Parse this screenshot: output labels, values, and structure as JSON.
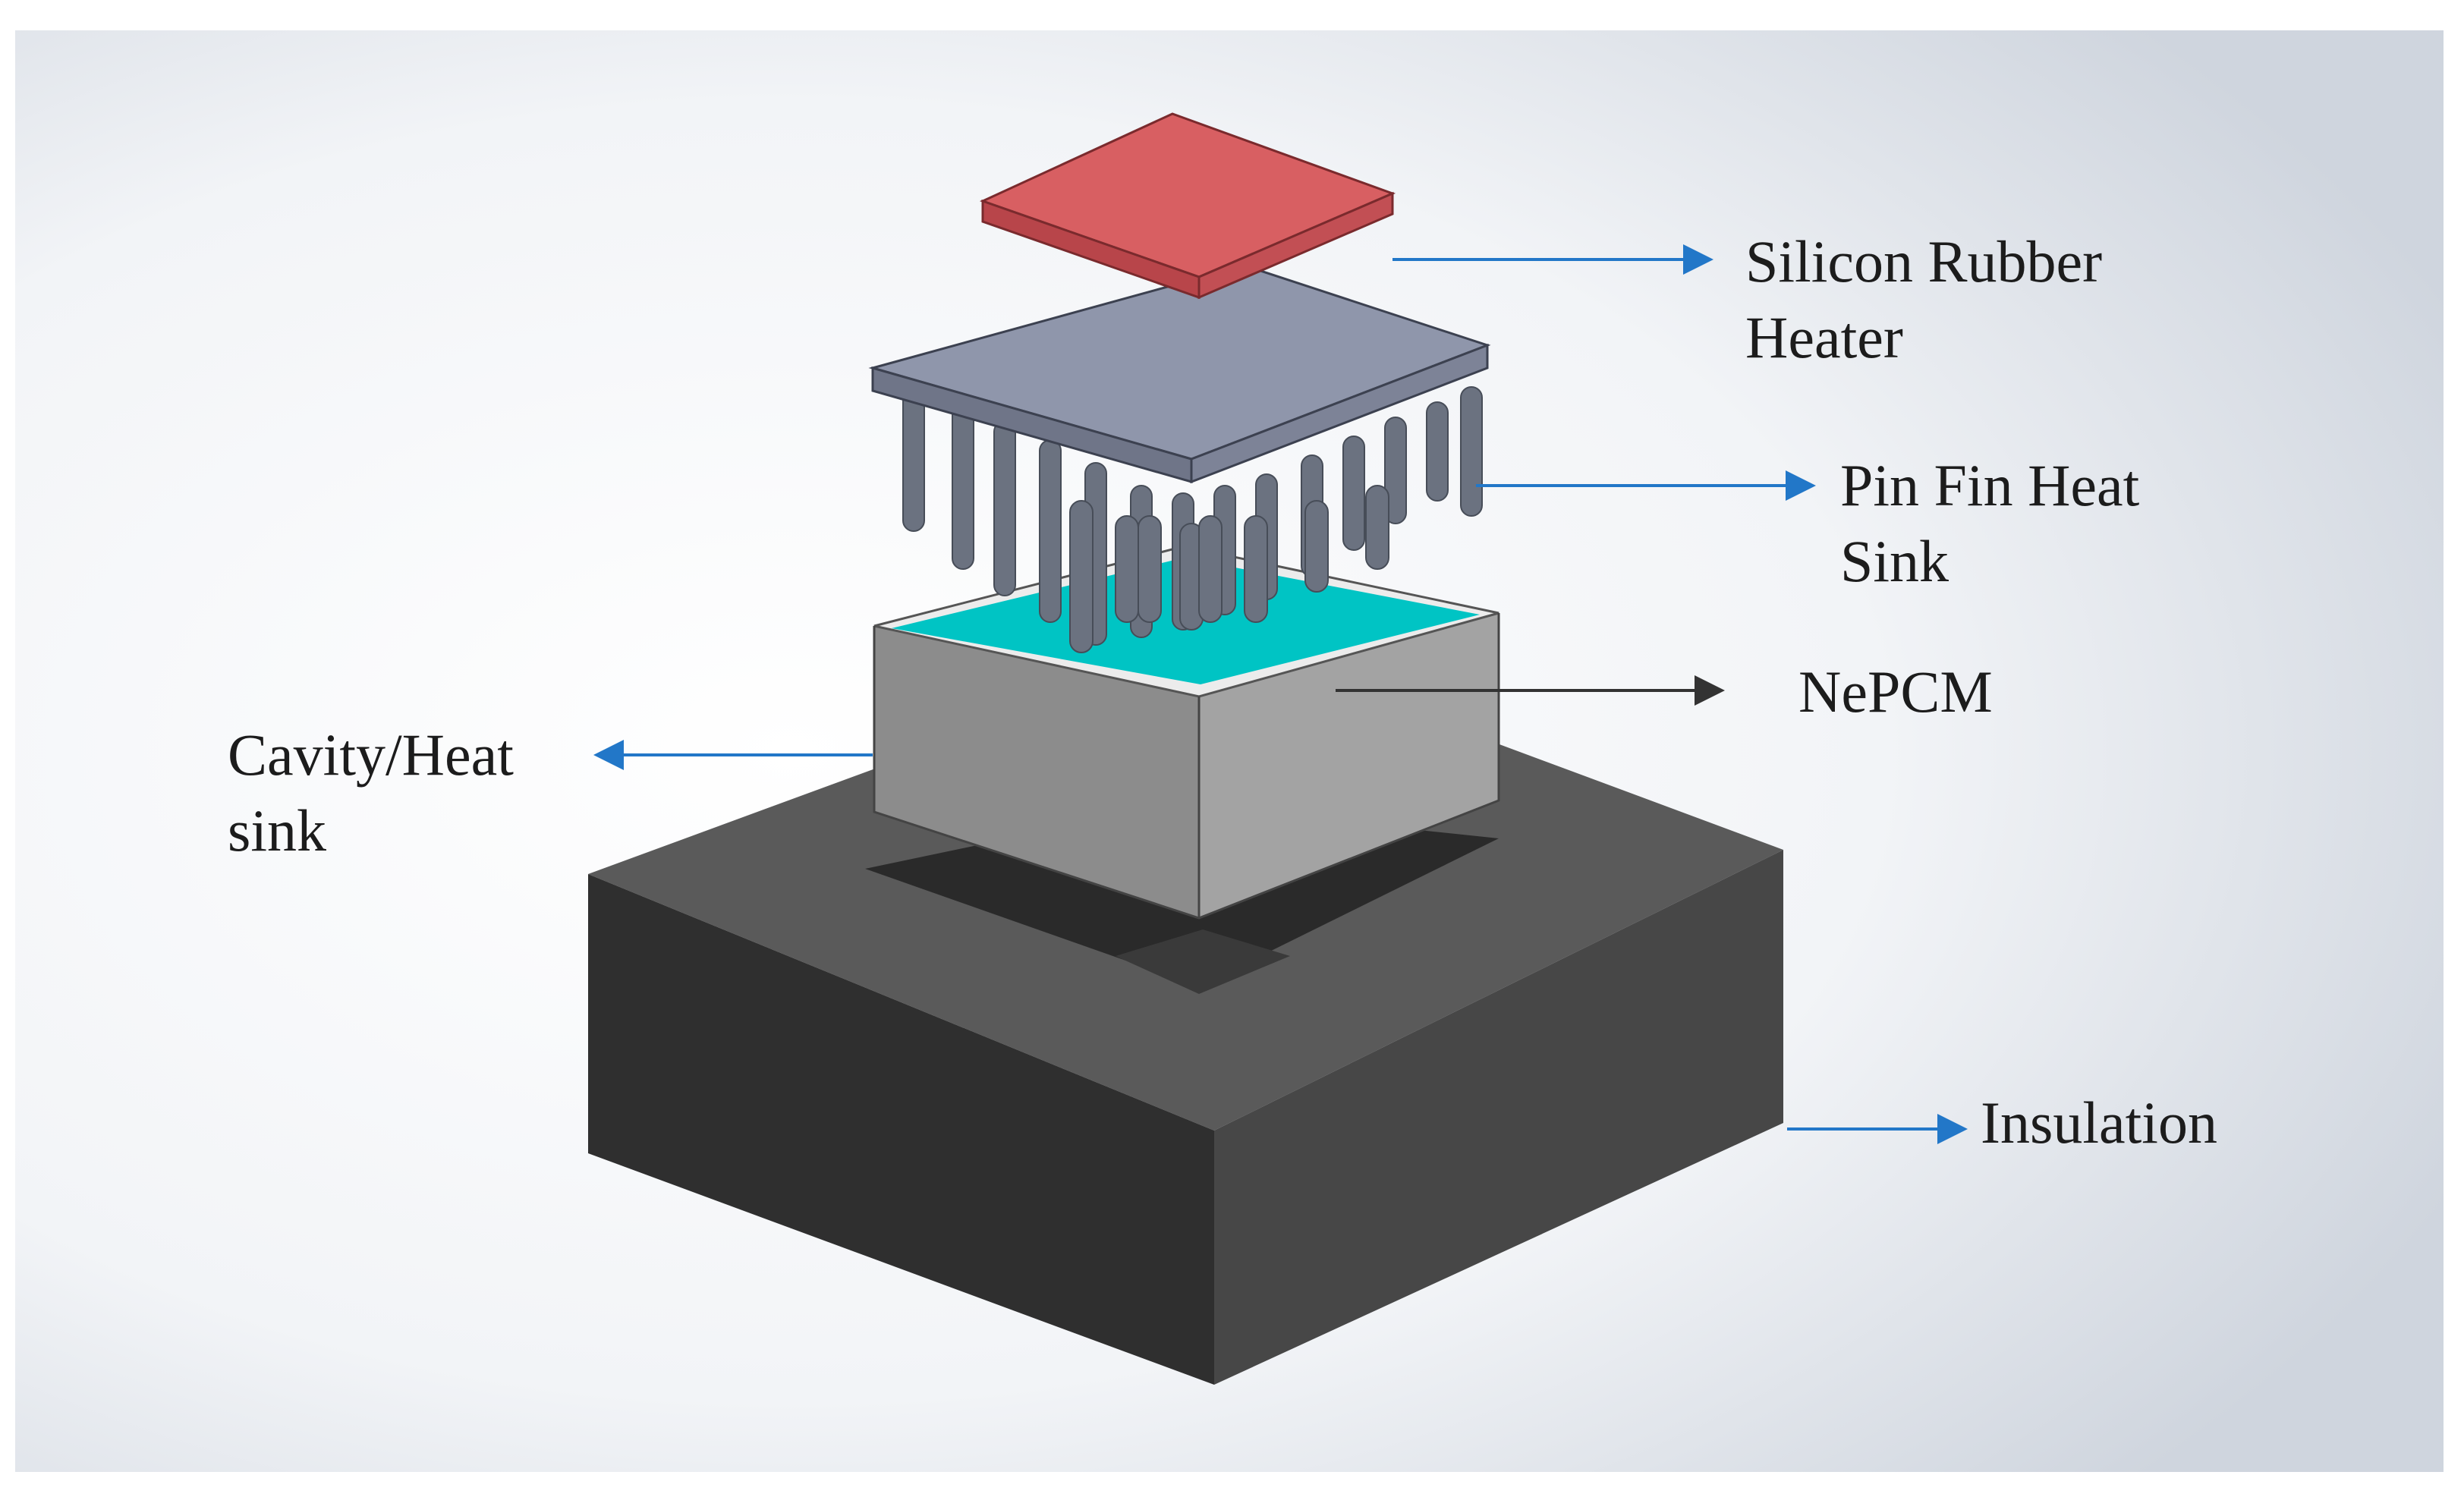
{
  "labels": {
    "heater": [
      "Silicon Rubber",
      "Heater"
    ],
    "pin_fin": [
      "Pin Fin Heat",
      "Sink"
    ],
    "nepcm": [
      "NePCM"
    ],
    "cavity": [
      "Cavity/Heat",
      "sink"
    ],
    "insulation": [
      "Insulation"
    ]
  },
  "colors": {
    "heater_top": "#d85f62",
    "heater_side": "#b8454a",
    "plate_top": "#8f96ab",
    "pin": "#6b7280",
    "pcm": "#00c4c4",
    "cavity_left": "#8c8c8c",
    "cavity_right": "#a3a3a3",
    "insulation_top": "#5a5a5a",
    "insulation_left": "#2f2f2f",
    "insulation_right": "#474747",
    "arrow_blue": "#2277c8",
    "arrow_dark": "#333333"
  }
}
